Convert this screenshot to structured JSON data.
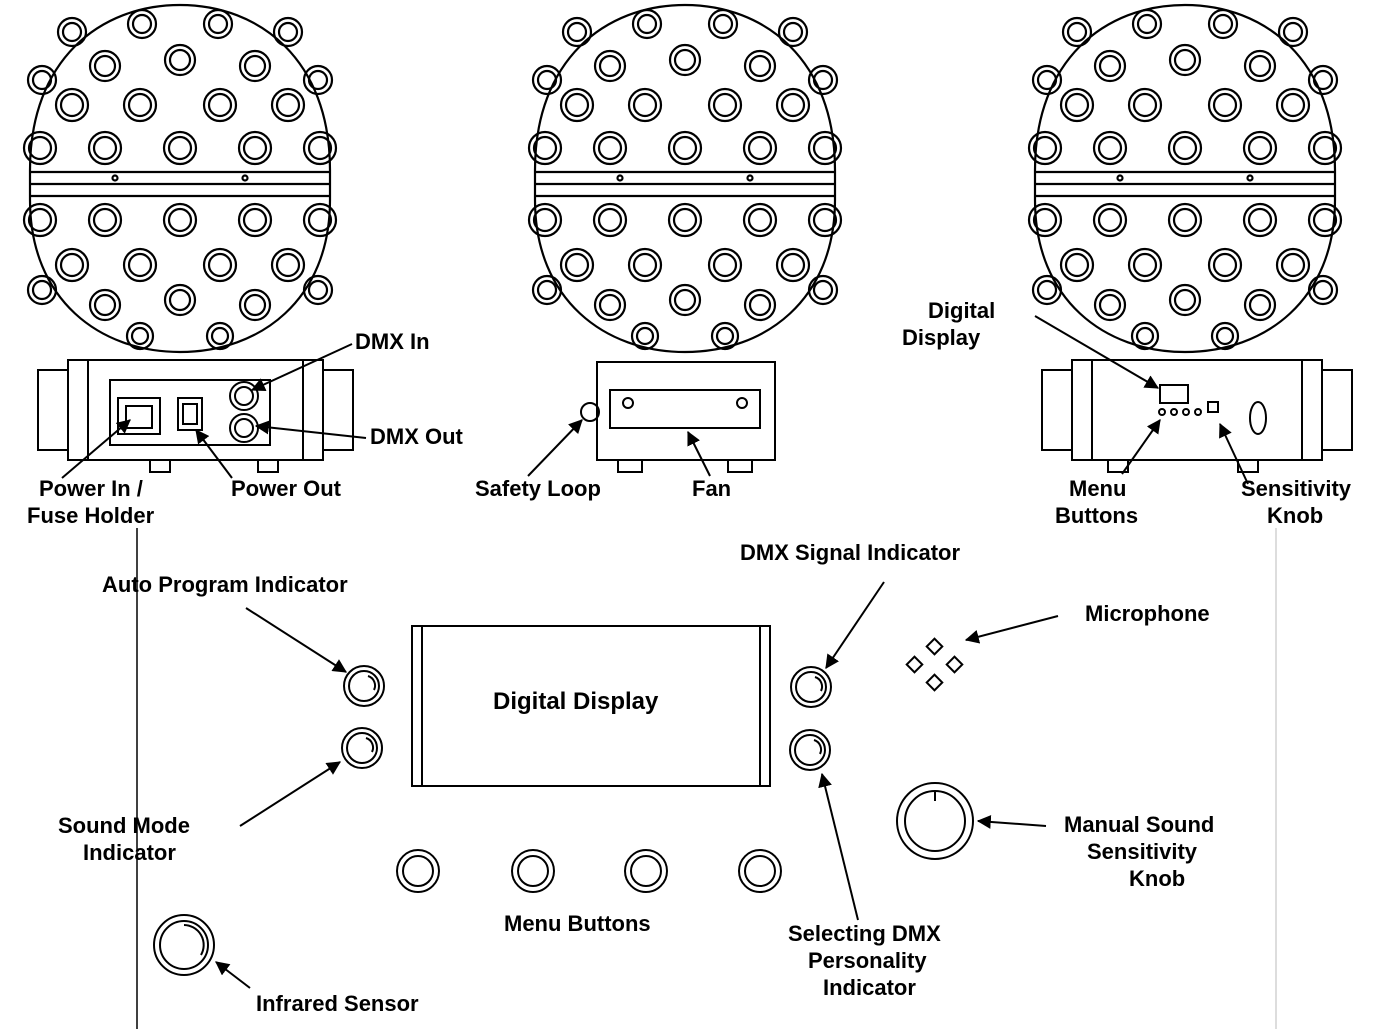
{
  "top_views": {
    "rear": {
      "dmx_in": "DMX In",
      "dmx_out": "DMX Out",
      "power_in_line1": "Power In /",
      "power_in_line2": "Fuse Holder",
      "power_out": "Power Out"
    },
    "side": {
      "safety_loop": "Safety Loop",
      "fan": "Fan"
    },
    "front": {
      "digital_display_line1": "Digital",
      "digital_display_line2": "Display",
      "menu_buttons_line1": "Menu",
      "menu_buttons_line2": "Buttons",
      "sensitivity_knob_line1": "Sensitivity",
      "sensitivity_knob_line2": "Knob"
    }
  },
  "control_panel": {
    "auto_program_indicator": "Auto Program Indicator",
    "sound_mode_line1": "Sound Mode",
    "sound_mode_line2": "Indicator",
    "digital_display": "Digital Display",
    "dmx_signal_indicator": "DMX Signal Indicator",
    "microphone": "Microphone",
    "manual_sound_line1": "Manual Sound",
    "manual_sound_line2": "Sensitivity",
    "manual_sound_line3": "Knob",
    "selecting_dmx_line1": "Selecting DMX",
    "selecting_dmx_line2": "Personality",
    "selecting_dmx_line3": "Indicator",
    "menu_buttons": "Menu Buttons",
    "infrared_sensor": "Infrared Sensor"
  }
}
